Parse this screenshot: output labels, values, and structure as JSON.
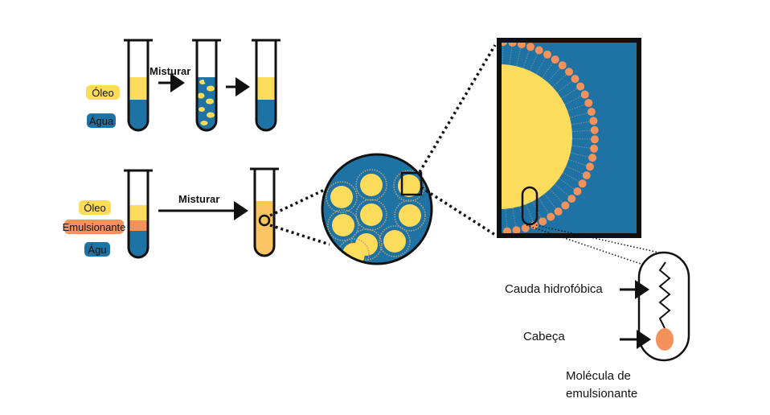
{
  "labels": {
    "oleo_top": "Óleo",
    "agua_top": "Água",
    "misturar_top": "Misturar",
    "oleo_bottom": "Óleo",
    "emulsionante": "Emulsionante",
    "agua_bottom": "Águ",
    "misturar_bottom": "Misturar",
    "cauda": "Cauda hidrofóbica",
    "cabeca": "Cabeça",
    "molecula_line1": "Molécula de",
    "molecula_line2": "emulsionante"
  },
  "colors": {
    "oil": "#fcdc5a",
    "water": "#1f72a4",
    "emulsifier": "#f5915a",
    "emulsion": "#fbc463",
    "outline": "#111111",
    "dotted_ring": "#bba37e"
  }
}
